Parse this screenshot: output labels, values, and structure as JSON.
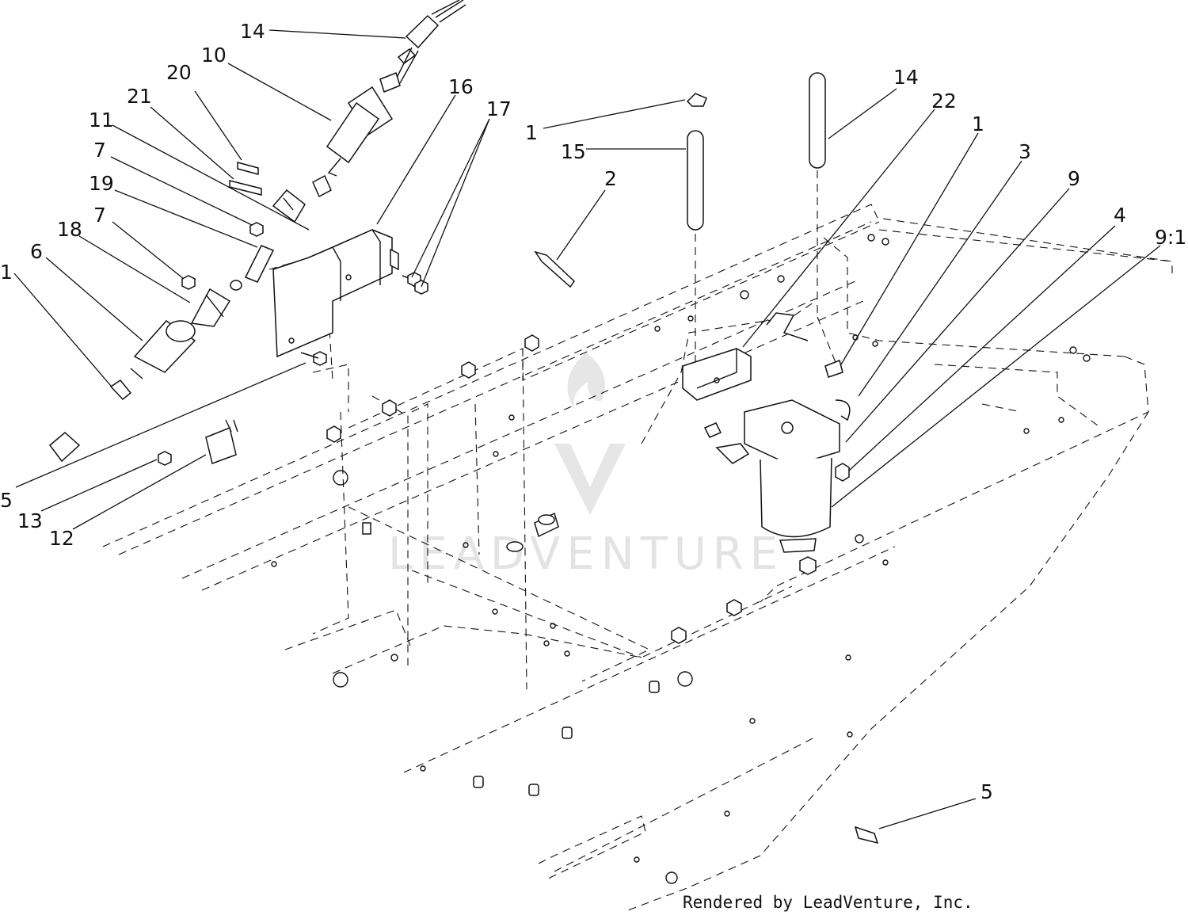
{
  "callouts": [
    {
      "label": "14"
    },
    {
      "label": "10"
    },
    {
      "label": "20"
    },
    {
      "label": "21"
    },
    {
      "label": "11"
    },
    {
      "label": "7"
    },
    {
      "label": "19"
    },
    {
      "label": "7"
    },
    {
      "label": "18"
    },
    {
      "label": "6"
    },
    {
      "label": "1"
    },
    {
      "label": "16"
    },
    {
      "label": "17"
    },
    {
      "label": "1"
    },
    {
      "label": "15"
    },
    {
      "label": "2"
    },
    {
      "label": "14"
    },
    {
      "label": "22"
    },
    {
      "label": "1"
    },
    {
      "label": "3"
    },
    {
      "label": "9"
    },
    {
      "label": "4"
    },
    {
      "label": "9:1"
    },
    {
      "label": "5"
    },
    {
      "label": "13"
    },
    {
      "label": "12"
    },
    {
      "label": "5"
    }
  ],
  "watermark": {
    "text": "LEADVENTURE"
  },
  "credit": {
    "text": "Rendered by LeadVenture, Inc."
  },
  "colors": {
    "ink": "#111111",
    "watermark": "#e3e3e3",
    "background": "#ffffff"
  }
}
